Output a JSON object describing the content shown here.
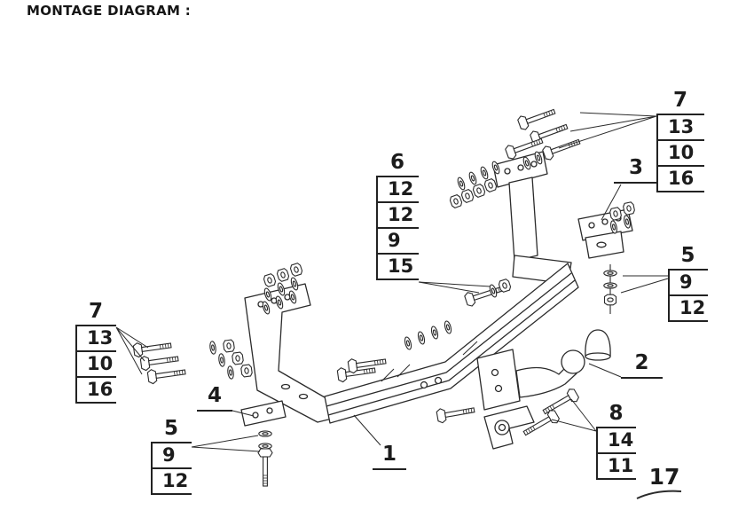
{
  "title": "MONTAGE DIAGRAM :",
  "callouts": {
    "bolt_right": {
      "label": "7",
      "items": [
        "13",
        "10",
        "16"
      ]
    },
    "center": {
      "label": "6",
      "items": [
        "12",
        "12",
        "9",
        "15"
      ]
    },
    "bracket_right": {
      "label": "3"
    },
    "right_lower": {
      "label": "5",
      "items": [
        "9",
        "12"
      ]
    },
    "ball_cover": {
      "label": "2"
    },
    "bolt_left": {
      "label": "7",
      "items": [
        "13",
        "10",
        "16"
      ]
    },
    "anchor_plate": {
      "label": "4"
    },
    "left_lower": {
      "label": "5",
      "items": [
        "9",
        "12"
      ]
    },
    "socket": {
      "label": "8",
      "items": [
        "14",
        "11"
      ]
    },
    "crossbar": {
      "label": "1"
    },
    "kit": {
      "label": "17"
    }
  }
}
